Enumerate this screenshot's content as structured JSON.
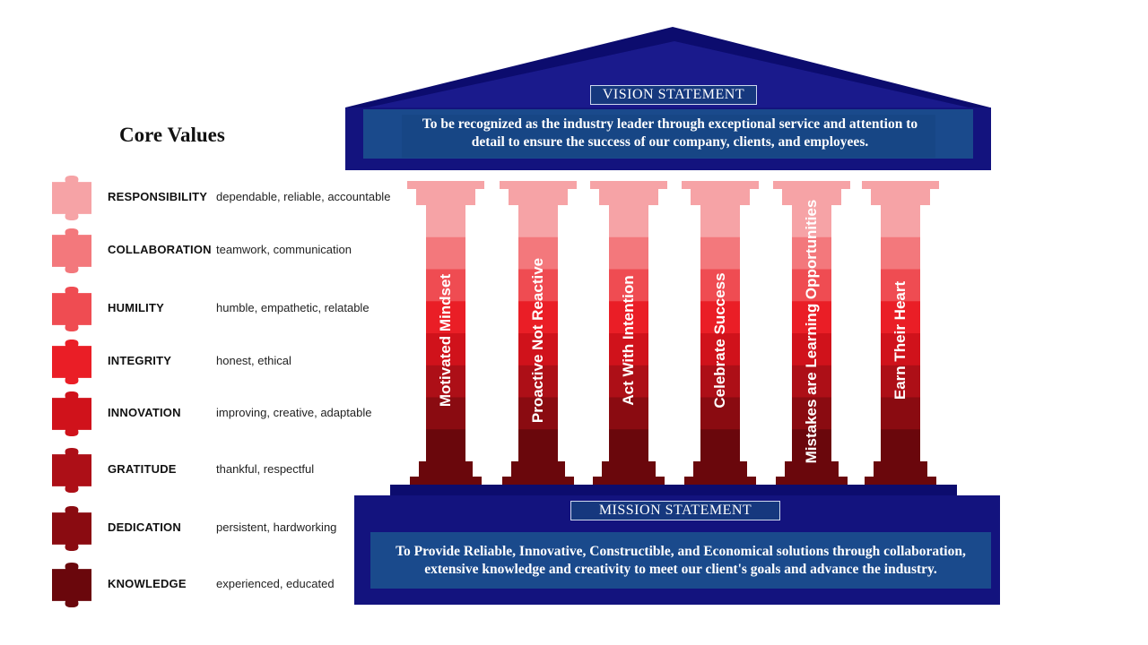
{
  "core_values": {
    "title": "Core Values",
    "items": [
      {
        "name": "RESPONSIBILITY",
        "description": "dependable, reliable, accountable",
        "color": "#f6a3a6"
      },
      {
        "name": "COLLABORATION",
        "description": "teamwork, communication",
        "color": "#f3787c"
      },
      {
        "name": "HUMILITY",
        "description": "humble, empathetic, relatable",
        "color": "#ef4c52"
      },
      {
        "name": "INTEGRITY",
        "description": "honest, ethical",
        "color": "#ea1e26"
      },
      {
        "name": "INNOVATION",
        "description": "improving, creative, adaptable",
        "color": "#d0121b"
      },
      {
        "name": "GRATITUDE",
        "description": "thankful, respectful",
        "color": "#ad0f17"
      },
      {
        "name": "DEDICATION",
        "description": "persistent, hardworking",
        "color": "#8a0b11"
      },
      {
        "name": "KNOWLEDGE",
        "description": "experienced, educated",
        "color": "#6a070c"
      }
    ]
  },
  "vision": {
    "label": "VISION STATEMENT",
    "text": "To be recognized as the industry leader through exceptional service and attention to detail to ensure the success of our company, clients, and employees."
  },
  "mission": {
    "label": "MISSION STATEMENT",
    "text": "To Provide Reliable, Innovative, Constructible, and Economical solutions through collaboration, extensive knowledge and creativity to meet our client's goals and advance the industry."
  },
  "pillars": [
    "Motivated Mindset",
    "Proactive Not Reactive",
    "Act With Intention",
    "Celebrate Success",
    "Mistakes are Learning Opportunities",
    "Earn Their Heart"
  ],
  "colors": {
    "navy_dark": "#0c0c6e",
    "navy": "#1a1a8c",
    "panel_blue": "#1a4a8c"
  }
}
